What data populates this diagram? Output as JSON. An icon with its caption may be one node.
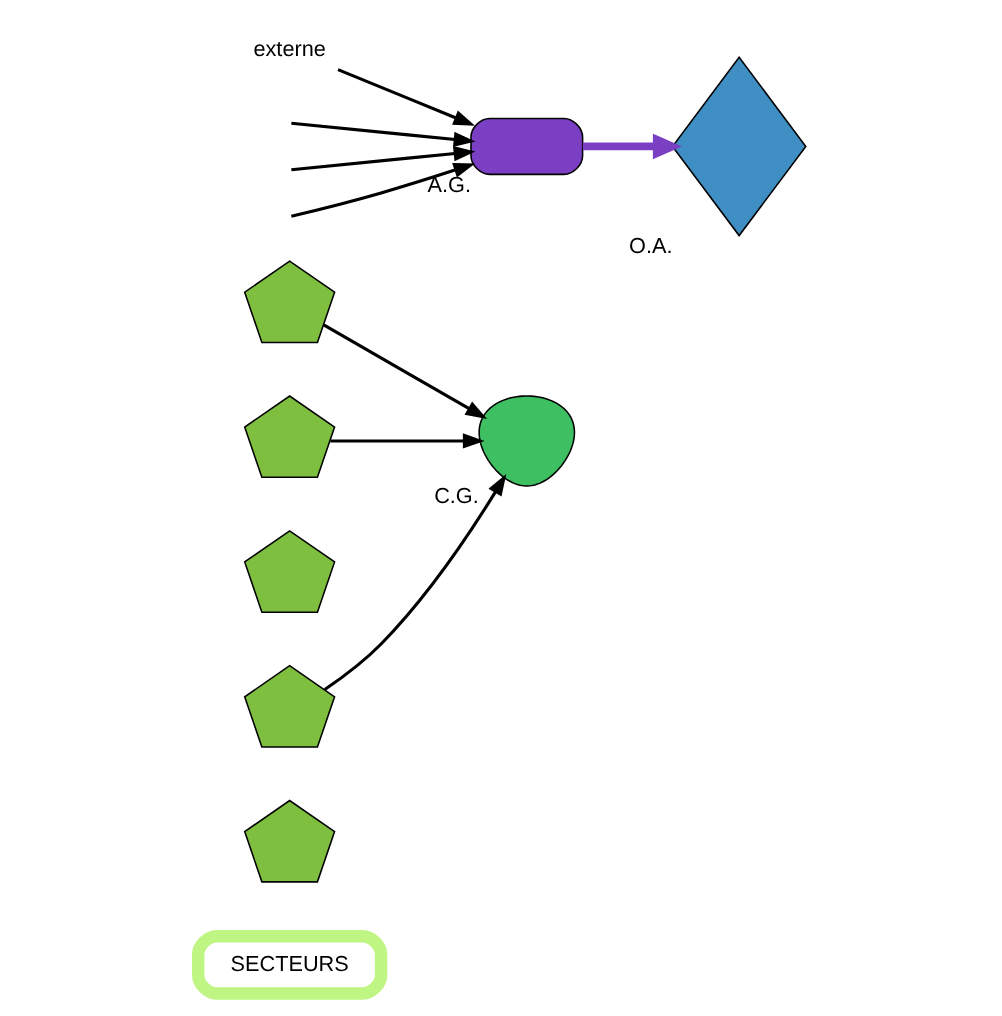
{
  "diagram": {
    "nodes": [
      {
        "text": [
          "SECTEURS"
        ]
      },
      {
        "text": [],
        "shape": "pentagon"
      },
      {
        "text": [],
        "shape": "pentagon"
      },
      {
        "text": [],
        "shape": "pentagon"
      },
      {
        "text": [],
        "shape": "pentagon"
      },
      {
        "text": [],
        "shape": "pentagon"
      },
      {
        "text": [],
        "shape": "heart",
        "beside": [
          "C.G."
        ]
      },
      {
        "text": [
          "externe"
        ]
      },
      {
        "text": [],
        "shape": "box",
        "beside": [
          "A.G."
        ]
      },
      {
        "text": [],
        "shape": "diamond",
        "beside": [
          "O.A."
        ]
      }
    ],
    "edges": [
      {
        "from": 1,
        "to": 6,
        "arrow": "to"
      },
      {
        "from": 2,
        "to": 6,
        "arrow": "to"
      },
      {
        "from": 4,
        "to": 6,
        "arrow": "to"
      },
      {
        "from": null,
        "to": 8,
        "arrow": "to"
      },
      {
        "from": null,
        "to": 8,
        "arrow": "to"
      },
      {
        "from": null,
        "to": 8,
        "arrow": "to"
      },
      {
        "from": 7,
        "to": 8,
        "arrow": "to"
      },
      {
        "from": 8,
        "to": 9,
        "arrow": "to",
        "color": "#7b3fc4",
        "style": "thick"
      }
    ]
  }
}
